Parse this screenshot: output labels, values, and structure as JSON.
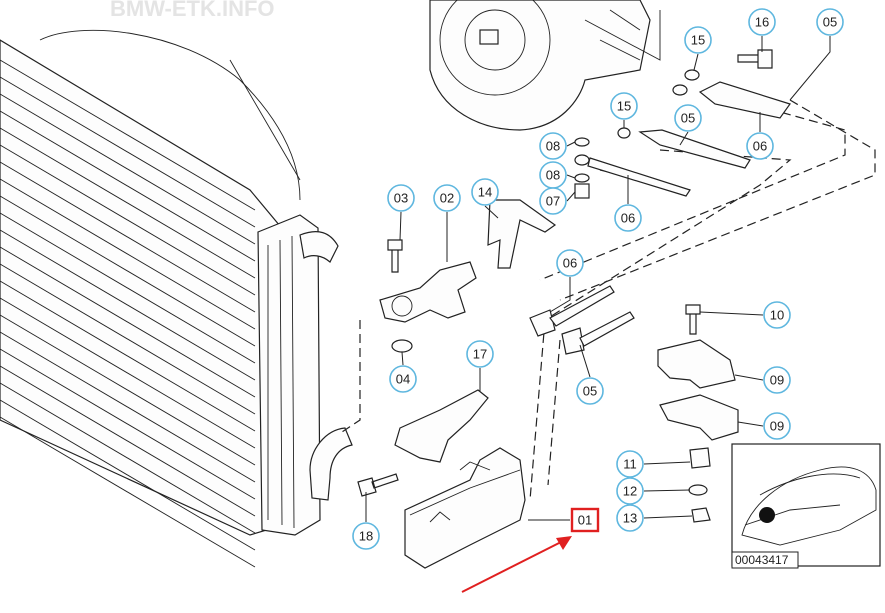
{
  "watermark": "BMW-ETK.INFO",
  "callouts": [
    {
      "id": "16",
      "label": "16"
    },
    {
      "id": "05a",
      "label": "05"
    },
    {
      "id": "15a",
      "label": "15"
    },
    {
      "id": "15b",
      "label": "15"
    },
    {
      "id": "05b",
      "label": "05"
    },
    {
      "id": "06a",
      "label": "06"
    },
    {
      "id": "08a",
      "label": "08"
    },
    {
      "id": "08b",
      "label": "08"
    },
    {
      "id": "07",
      "label": "07"
    },
    {
      "id": "06b",
      "label": "06"
    },
    {
      "id": "03",
      "label": "03"
    },
    {
      "id": "02",
      "label": "02"
    },
    {
      "id": "14",
      "label": "14"
    },
    {
      "id": "06c",
      "label": "06"
    },
    {
      "id": "10",
      "label": "10"
    },
    {
      "id": "05c",
      "label": "05"
    },
    {
      "id": "04",
      "label": "04"
    },
    {
      "id": "17",
      "label": "17"
    },
    {
      "id": "09a",
      "label": "09"
    },
    {
      "id": "09b",
      "label": "09"
    },
    {
      "id": "11",
      "label": "11"
    },
    {
      "id": "12",
      "label": "12"
    },
    {
      "id": "13",
      "label": "13"
    },
    {
      "id": "18",
      "label": "18"
    }
  ],
  "highlighted_callout": {
    "label": "01",
    "color": "#e02020"
  },
  "inset_reference": "00043417",
  "colors": {
    "callout_ring": "#5fb7df",
    "highlight": "#e02020",
    "arrow": "#e02020"
  }
}
